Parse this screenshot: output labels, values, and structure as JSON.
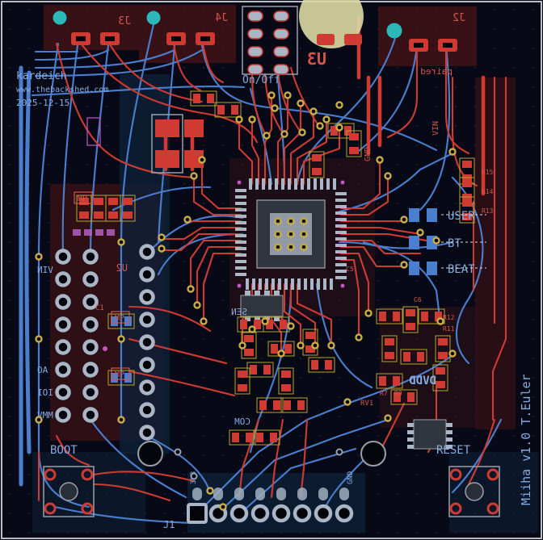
{
  "colors": {
    "background": "#070a16",
    "grid_dot": "#1c2534",
    "board_edge": "#b9bdc4",
    "copper_front": "#cf3b33",
    "copper_back": "#4a7fd0",
    "silk_front": "#d4564a",
    "silk_back": "#85abe0",
    "pad_ring": "#aab6c6",
    "via_ring": "#c9ab4e",
    "hole": "#05060c",
    "zone_front": "#451318",
    "zone_back": "#122844",
    "courtyard": "#b7a42e",
    "fab": "#c257c8",
    "teal": "#2cb8b8",
    "ic_body": "#31353d",
    "ic_pad": "#aab6c6",
    "yellow_disc": "#ddd8a4"
  },
  "silk": {
    "credits": {
      "name": "kardeich",
      "site": "www.thebackshed.com",
      "date": "2025-12-15"
    },
    "title_vertical": "Miiha v1.0 T.Euler",
    "labels": {
      "on_off": "On/Off",
      "user": "USER",
      "bt": "BT",
      "beat": "BEAT",
      "boot": "BOOT",
      "reset": "RESET",
      "dvdd": "DVDD",
      "gnd": "GND",
      "v3": "3V3",
      "vin": "VIN",
      "sen": "SEN",
      "com": "COM",
      "paired": "paired"
    },
    "left_pins": [
      "VIN",
      "AO",
      "IOI",
      "MMV"
    ],
    "refs": {
      "j1": "J1",
      "j2": "J2",
      "j3": "J3",
      "j4": "J4",
      "u2": "U2",
      "u3": "U3",
      "c1": "C1",
      "c5": "C5",
      "c6": "C6",
      "r7": "R7",
      "r9": "R9",
      "r11": "R11",
      "r12": "R12",
      "r13": "R13",
      "r14": "R14",
      "r15": "R15",
      "rv1": "RV1",
      "mp": "MP"
    }
  }
}
